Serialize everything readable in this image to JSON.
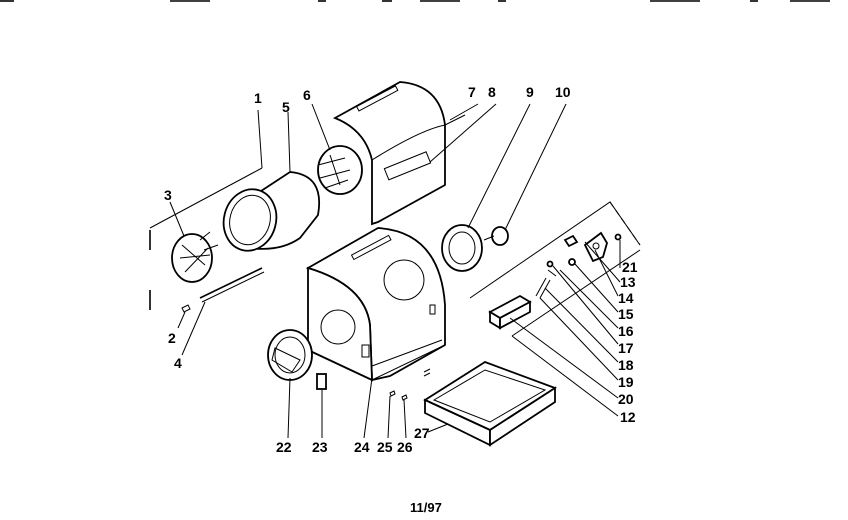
{
  "diagram": {
    "labels": [
      "1",
      "2",
      "3",
      "4",
      "5",
      "6",
      "7",
      "8",
      "9",
      "10",
      "12",
      "13",
      "14",
      "15",
      "16",
      "17",
      "18",
      "19",
      "20",
      "21",
      "22",
      "23",
      "24",
      "25",
      "26",
      "27"
    ],
    "footer": "11/97"
  }
}
